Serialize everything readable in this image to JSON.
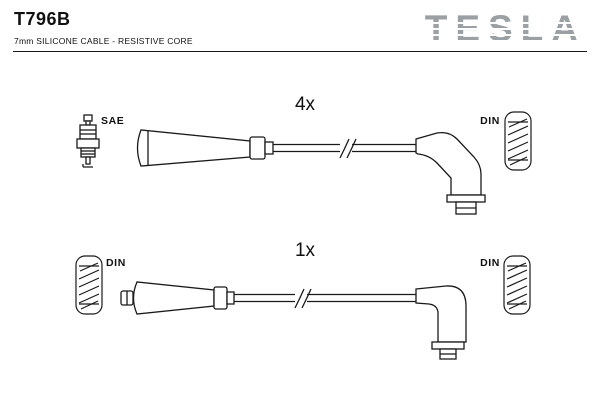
{
  "header": {
    "part_number": "T796B",
    "subtitle": "7mm SILICONE CABLE - RESISTIVE CORE",
    "brand": "TESLA"
  },
  "colors": {
    "ink": "#1a1a1a",
    "logo_grey": "#9aa0a4",
    "background": "#ffffff"
  },
  "icons": {
    "spark_plug": "spark-plug-drawing",
    "din_terminal": "din-terminal-drawing",
    "cable_break": "break-symbol"
  },
  "diagram": {
    "kit_rows": [
      {
        "quantity": "4x",
        "left_terminal": "SAE",
        "right_terminal": "DIN"
      },
      {
        "quantity": "1x",
        "left_terminal": "DIN",
        "right_terminal": "DIN"
      }
    ]
  }
}
